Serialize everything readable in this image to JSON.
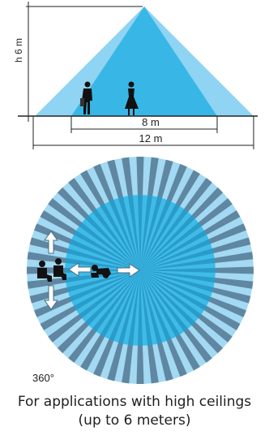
{
  "side_view": {
    "height_label": "h 6 m",
    "inner_width_label": "8 m",
    "outer_width_label": "12 m"
  },
  "top_view": {
    "angle_label": "360°",
    "figures": [
      "person-walking-icon",
      "person-sitting-icon",
      "person-crawling-icon"
    ],
    "arrows": [
      "arrow-up-icon",
      "arrow-down-icon",
      "arrow-left-icon",
      "arrow-right-icon"
    ]
  },
  "caption": {
    "line1": "For applications with high ceilings",
    "line2": "(up to 6 meters)"
  },
  "colors": {
    "outer_zone": "#8fd4f2",
    "inner_zone": "#38b7e6",
    "dark_ray": "#5f87a1",
    "light_ray": "#a3d9f2"
  }
}
